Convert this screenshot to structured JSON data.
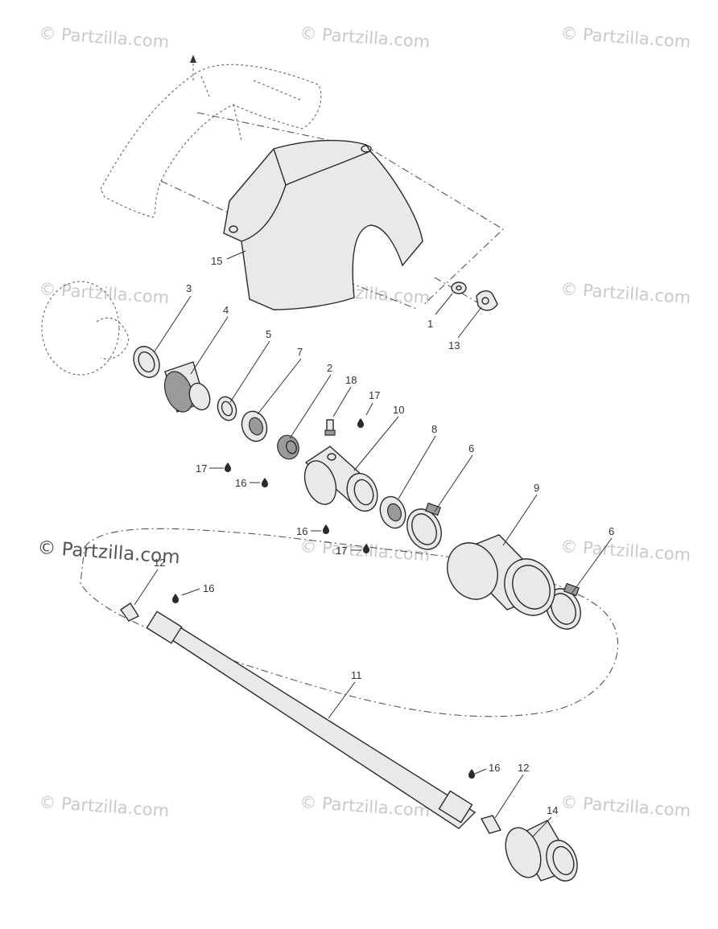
{
  "watermark": "© Partzilla.com",
  "watermark_main": "© Partzilla.com",
  "callouts": {
    "c1": "1",
    "c2": "2",
    "c3": "3",
    "c4": "4",
    "c5": "5",
    "c6a": "6",
    "c6b": "6",
    "c7": "7",
    "c8": "8",
    "c9": "9",
    "c10": "10",
    "c11": "11",
    "c12a": "12",
    "c12b": "12",
    "c13": "13",
    "c14": "14",
    "c15": "15",
    "c16a": "16",
    "c16b": "16",
    "c16c": "16",
    "c16d": "16",
    "c17a": "17",
    "c17b": "17",
    "c17c": "17",
    "c18": "18"
  }
}
